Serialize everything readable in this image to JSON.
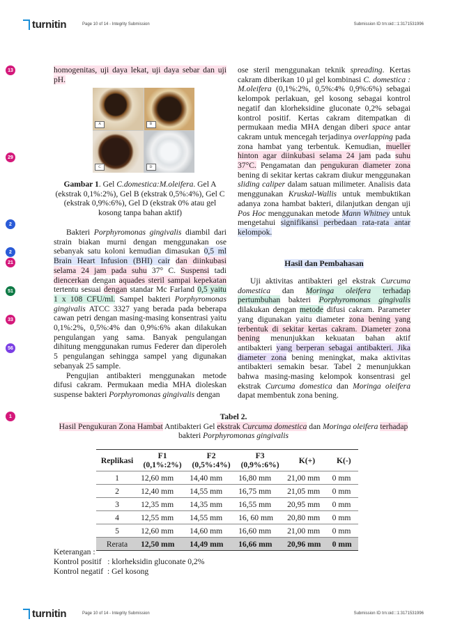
{
  "header": {
    "logo": "turnitin",
    "page_info": "Page 10 of 14 - Integrity Submission",
    "submission_id": "Submission ID trn:oid:::1:3171531996"
  },
  "footer": {
    "logo": "turnitin",
    "page_info": "Page 10 of 14 - Integrity Submission",
    "submission_id": "Submission ID trn:oid:::1:3171531996"
  },
  "badges": [
    {
      "n": "13",
      "color": "#d4187a"
    },
    {
      "n": "29",
      "color": "#d4187a"
    },
    {
      "n": "2",
      "color": "#2a5bd7"
    },
    {
      "n": "2",
      "color": "#2a5bd7"
    },
    {
      "n": "21",
      "color": "#d4187a"
    },
    {
      "n": "51",
      "color": "#0e7a45"
    },
    {
      "n": "33",
      "color": "#d4187a"
    },
    {
      "n": "56",
      "color": "#7b3fe4"
    },
    {
      "n": "1",
      "color": "#d4187a"
    }
  ],
  "left": {
    "p1": [
      {
        "t": "homogenitas, uji daya lekat, uji daya sebar dan uji pH.",
        "h": "pink"
      }
    ],
    "figure_labels": [
      "A",
      "B",
      "C",
      "D"
    ],
    "caption": {
      "bold": "Gambar 1",
      "rest1": ". Gel ",
      "it": "C.domestica:M.oleifera",
      "rest2": ". Gel A (ekstrak 0,1%:2%), Gel B (ekstrak 0,5%:4%), Gel C (ekstrak 0,9%:6%), Gel D (ekstrak 0% atau gel kosong tanpa bahan aktif)"
    },
    "p2": [
      {
        "t": "Bakteri "
      },
      {
        "t": "Porphyromonas gingivalis",
        "i": true
      },
      {
        "t": " diambil dari strain biakan murni dengan menggunakan ose sebanyak satu koloni kemudian dimasukan "
      },
      {
        "t": "0,5 ml Brain Heart Infusion (BHI) cair",
        "h": "blue"
      },
      {
        "t": " "
      },
      {
        "t": "dan diinkubasi selama 24 jam pada suhu",
        "h": "pink"
      },
      {
        "t": "  37° C. "
      },
      {
        "t": "Suspensi",
        "h": "pink"
      },
      {
        "t": " tadi "
      },
      {
        "t": "diencerkan",
        "h": "pink"
      },
      {
        "t": " dengan "
      },
      {
        "t": "aquades steril sampai kepekatan",
        "h": "pink"
      },
      {
        "t": " tertentu sesuai "
      },
      {
        "t": "dengan",
        "h": "pink"
      },
      {
        "t": " standar Mc Farland "
      },
      {
        "t": "0,5 yaitu 1 x 108 CFU/ml.",
        "h": "green"
      },
      {
        "t": " Sampel bakteri "
      },
      {
        "t": "Porphyromonas gingivalis",
        "i": true
      },
      {
        "t": " ATCC 3327 yang berada pada beberapa cawan petri dengan masing-masing konsentrasi yaitu 0,1%:2%, 0,5%:4% dan 0,9%:6% akan dilakukan pengulangan yang sama. Banyak pengulangan dihitung menggunakan rumus Federer dan diperoleh 5 pengulangan sehingga sampel yang digunakan sebanyak 25 sample."
      }
    ],
    "p3": [
      {
        "t": "Pengujian antibakteri menggunakan metode difusi cakram. Permukaan media MHA dioleskan suspense bakteri "
      },
      {
        "t": "Porphyromonas gingivalis",
        "i": true
      },
      {
        "t": " dengan"
      }
    ]
  },
  "right": {
    "p1": [
      {
        "t": "ose steril menggunakan teknik "
      },
      {
        "t": "spreading",
        "i": true
      },
      {
        "t": ". Kertas cakram diberikan 10 µl gel kombinasi "
      },
      {
        "t": "C. domestica : M.oleifera",
        "i": true
      },
      {
        "t": " (0,1%:2%, 0,5%:4% 0,9%:6%) sebagai kelompok perlakuan, gel kosong sebagai kontrol negatif dan klorheksidine gluconate 0,2% sebagai kontrol positif. Kertas cakram ditempatkan di permukaan media MHA dengan diberi "
      },
      {
        "t": "space",
        "i": true
      },
      {
        "t": " antar cakram untuk mencegah terjadinya "
      },
      {
        "t": "overlapping",
        "i": true
      },
      {
        "t": " pada zona hambat yang terbentuk. Kemudian, "
      },
      {
        "t": "mueller hinton agar diinkubasi selama 24 jam",
        "h": "pink"
      },
      {
        "t": " pada "
      },
      {
        "t": "suhu 37°C.",
        "h": "pink"
      },
      {
        "t": " Pengamatan dan "
      },
      {
        "t": "pengukuran diameter zona",
        "h": "pink"
      },
      {
        "t": " bening di sekitar kertas cakram diukur menggunakan "
      },
      {
        "t": "sliding caliper",
        "i": true
      },
      {
        "t": " dalam satuan milimeter. Analisis data menggunakan "
      },
      {
        "t": "Kruskal-Wallis",
        "i": true
      },
      {
        "t": " untuk membuktikan adanya zona hambat bakteri, dilanjutkan dengan uji "
      },
      {
        "t": "Pos Hoc",
        "i": true
      },
      {
        "t": " menggunakan metode "
      },
      {
        "t": "Mann Whitney",
        "i": true,
        "h": "blue"
      },
      {
        "t": " untuk mengetahui "
      },
      {
        "t": "signifikansi perbedaan rata-rata antar kelompok.",
        "h": "blue"
      }
    ],
    "heading": "Hasil dan Pembahasan",
    "p2": [
      {
        "t": "Uji aktivitas antibakteri gel ekstrak "
      },
      {
        "t": "Curcuma domestica",
        "i": true
      },
      {
        "t": " dan "
      },
      {
        "t": "Moringa oleifera",
        "i": true,
        "h": "green"
      },
      {
        "t": " terhadap pertumbuhan",
        "h": "green"
      },
      {
        "t": " bakteri "
      },
      {
        "t": "Porphyromonas gingivalis",
        "i": true,
        "h": "green"
      },
      {
        "t": " dilakukan dengan "
      },
      {
        "t": "metode",
        "h": "green"
      },
      {
        "t": " difusi cakram. Parameter yang digunakan yaitu diameter "
      },
      {
        "t": "zona bening yang terbentuk di sekitar kertas cakram. Diameter zona bening",
        "h": "pink"
      },
      {
        "t": " menunjukkan kekuatan bahan aktif antibakteri "
      },
      {
        "t": "yang berperan sebagai antibakteri. Jika diameter zona",
        "h": "purple"
      },
      {
        "t": " bening meningkat, maka aktivitas antibakteri semakin besar. Tabel 2 menunjukkan bahwa masing-masing kelompok konsentrasi gel ekstrak  "
      },
      {
        "t": "Curcuma domestica",
        "i": true
      },
      {
        "t": " dan "
      },
      {
        "t": "Moringa oleifera",
        "i": true
      },
      {
        "t": " dapat membentuk zona bening."
      }
    ]
  },
  "table": {
    "title": "Tabel 2.",
    "caption": [
      {
        "t": "Hasil Pengukuran Zona Hambat",
        "h": "pink"
      },
      {
        "t": " Antibakteri Gel "
      },
      {
        "t": "ekstrak ",
        "h": "pink"
      },
      {
        "t": "Curcuma domestica",
        "i": true,
        "h": "pink"
      },
      {
        "t": " dan "
      },
      {
        "t": "Moringa oleifera",
        "i": true
      },
      {
        "t": " "
      },
      {
        "t": "terhadap",
        "h": "pink"
      },
      {
        "t": " bakteri "
      },
      {
        "t": "Porphyromonas gingivalis",
        "i": true
      }
    ],
    "headers": [
      {
        "l1": "Replikasi",
        "l2": ""
      },
      {
        "l1": "F1",
        "l2": "(0,1%:2%)"
      },
      {
        "l1": "F2",
        "l2": "(0,5%:4%)"
      },
      {
        "l1": "F3",
        "l2": "(0,9%:6%)"
      },
      {
        "l1": "K(+)",
        "l2": ""
      },
      {
        "l1": "K(-)",
        "l2": ""
      }
    ],
    "rows": [
      [
        "1",
        "12,60 mm",
        "14,40 mm",
        "16,80 mm",
        "21,00 mm",
        "0 mm"
      ],
      [
        "2",
        "12,40 mm",
        "14,55 mm",
        "16,75 mm",
        "21,05 mm",
        "0 mm"
      ],
      [
        "3",
        "12,35 mm",
        "14,35 mm",
        "16,55 mm",
        "20,95 mm",
        "0 mm"
      ],
      [
        "4",
        "12,55 mm",
        "14,55 mm",
        "16, 60 mm",
        "20,80 mm",
        "0 mm"
      ],
      [
        "5",
        "12,60 mm",
        "14,60 mm",
        "16,60 mm",
        "21,00 mm",
        "0 mm"
      ]
    ],
    "mean": [
      "Rerata",
      "12,50 mm",
      "14,49 mm",
      "16,66 mm",
      "20,96 mm",
      "0 mm"
    ],
    "notes": [
      "Keterangan :",
      "Kontrol positif   : klorheksidin gluconate 0,2%",
      "Kontrol negatif  : Gel kosong"
    ]
  }
}
